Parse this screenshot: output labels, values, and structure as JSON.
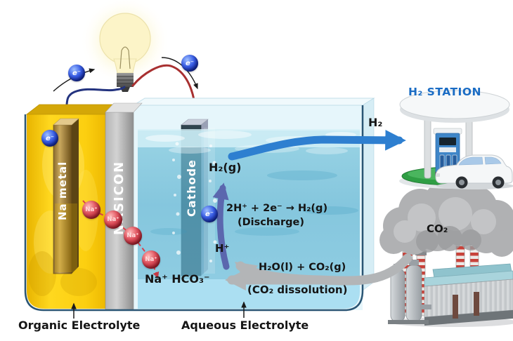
{
  "cell": {
    "na_metal_label": "Na metal",
    "nasicon_label": "NASICON",
    "cathode_label": "Cathode",
    "organic_electrolyte_label": "Organic Electrolyte",
    "aqueous_electrolyte_label": "Aqueous Electrolyte"
  },
  "species": {
    "electron": "e⁻",
    "sodium_ion": "Na⁺",
    "h2_gas": "H₂(g)",
    "proton": "H⁺",
    "sodium_bicarbonate": "Na⁺ HCO₃⁻",
    "h2_out": "H₂",
    "co2_cloud": "CO₂"
  },
  "reactions": {
    "discharge_equation": "2H⁺ + 2e⁻ → H₂(g)",
    "discharge_caption": "(Discharge)",
    "dissolution_equation": "H₂O(l) + CO₂(g)",
    "dissolution_caption": "(CO₂ dissolution)"
  },
  "station": {
    "sign": "H₂ STATION"
  },
  "colors": {
    "organic_electrolyte": "#ffd31e",
    "aqueous_electrolyte": "#66bbd8",
    "h2_arrow": "#2e7fd0",
    "discharge_arrow": "#5b67ae",
    "co2_arrow": "#b3b5b7",
    "station_sign": "#1a6cc4",
    "electron_sphere": "#1733b8",
    "sodium_sphere": "#c22838"
  }
}
